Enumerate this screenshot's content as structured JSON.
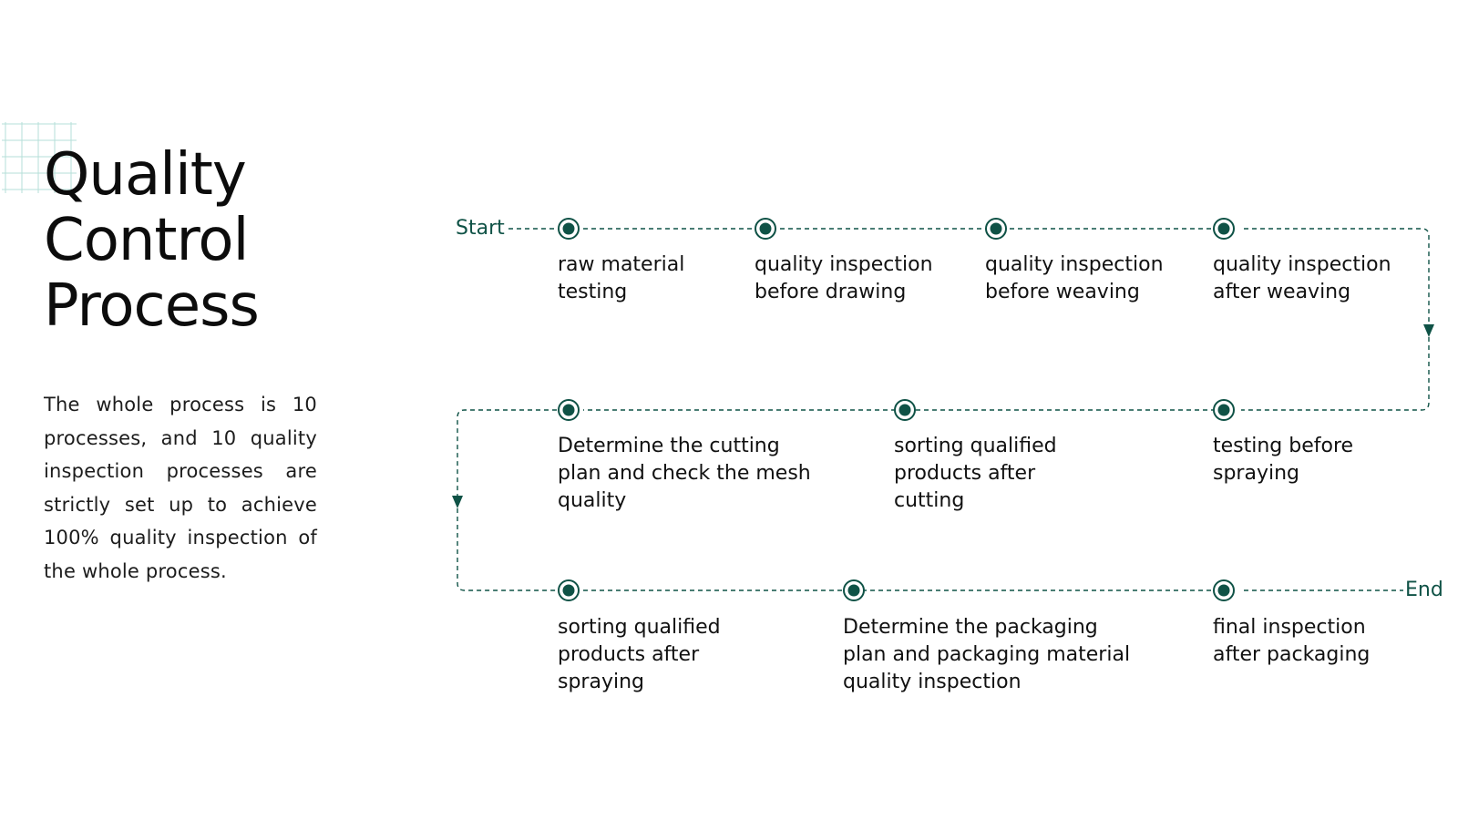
{
  "title": {
    "line1": "Quality",
    "line2": "Control",
    "line3": "Process"
  },
  "description": "The whole process is 10 processes, and 10 quality inspection processes are strictly set up to achieve 100% quality inspection of the whole process.",
  "flow": {
    "start_label": "Start",
    "end_label": "End",
    "steps": [
      "raw material testing",
      "quality inspection before drawing",
      "quality inspection before weaving",
      "quality inspection after weaving",
      "Determine the cutting plan and check the mesh quality",
      "sorting qualified products after cutting",
      "testing before spraying",
      "sorting qualified products after spraying",
      "Determine the packaging plan and packaging material quality inspection",
      "final inspection after packaging"
    ]
  },
  "colors": {
    "accent": "#0f5246",
    "grid": "#b6dfd9",
    "text": "#111111"
  }
}
